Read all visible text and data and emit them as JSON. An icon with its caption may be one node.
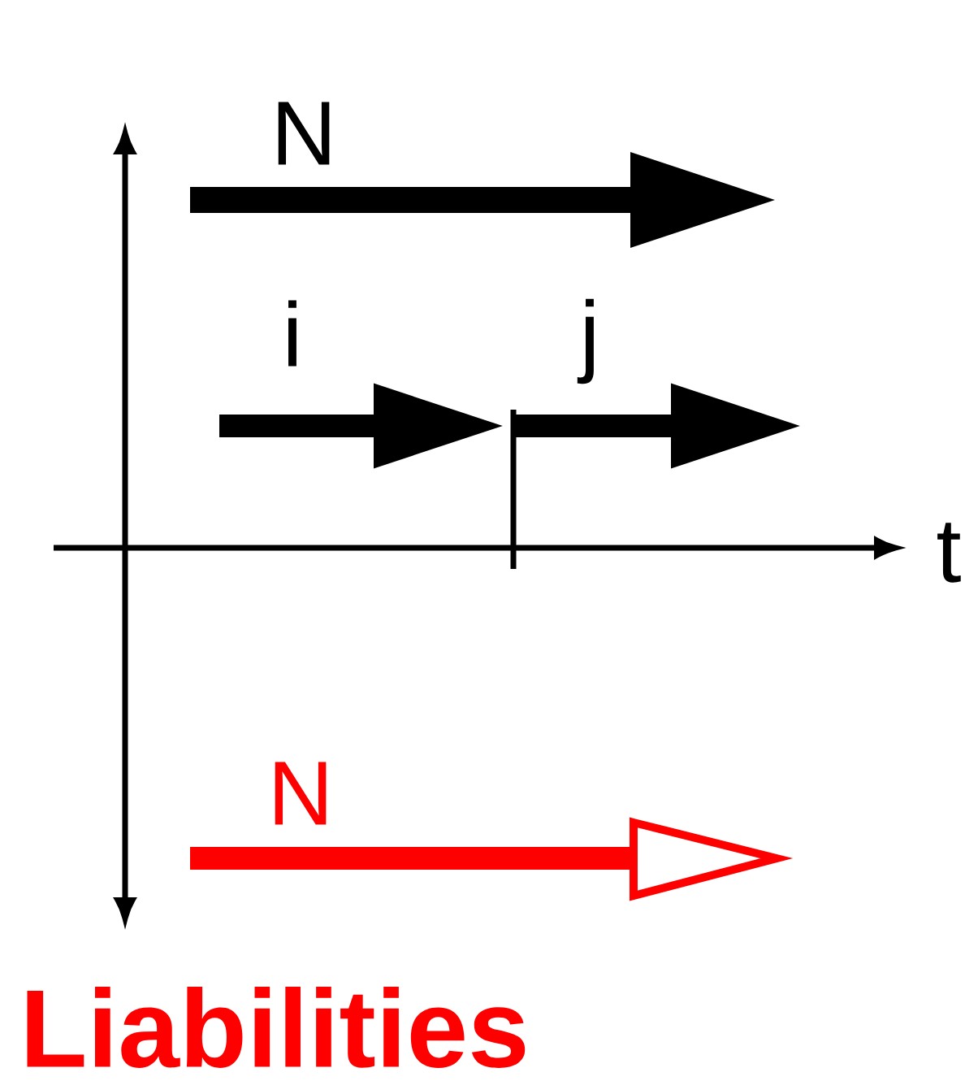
{
  "diagram": {
    "labels": [
      "N",
      "i",
      "j",
      "t",
      "N",
      "Liabilities"
    ]
  }
}
